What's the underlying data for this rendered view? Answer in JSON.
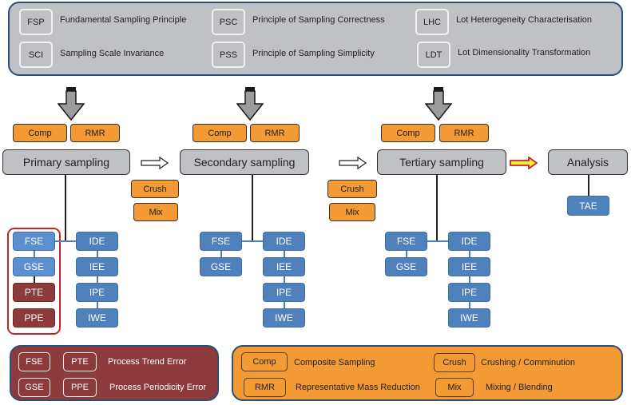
{
  "principles": [
    {
      "abbr": "FSP",
      "label": "Fundamental Sampling Principle"
    },
    {
      "abbr": "SCI",
      "label": "Sampling Scale Invariance"
    },
    {
      "abbr": "PSC",
      "label": "Principle of Sampling Correctness"
    },
    {
      "abbr": "PSS",
      "label": "Principle of Sampling Simplicity"
    },
    {
      "abbr": "LHC",
      "label": "Lot Heterogeneity Characterisation"
    },
    {
      "abbr": "LDT",
      "label": "Lot Dimensionality Transformation"
    }
  ],
  "stages": [
    {
      "label": "Primary sampling",
      "ops": [
        "Comp",
        "RMR"
      ]
    },
    {
      "label": "Secondary sampling",
      "ops": [
        "Comp",
        "RMR"
      ]
    },
    {
      "label": "Tertiary sampling",
      "ops": [
        "Comp",
        "RMR"
      ]
    },
    {
      "label": "Analysis"
    }
  ],
  "between_ops": [
    [
      "Crush",
      "Mix"
    ],
    [
      "Crush",
      "Mix"
    ]
  ],
  "errors": {
    "primary_left": [
      "FSE",
      "GSE",
      "PTE",
      "PPE"
    ],
    "left": [
      "FSE",
      "GSE"
    ],
    "right": [
      "IDE",
      "IEE",
      "IPE",
      "IWE"
    ],
    "analysis": "TAE"
  },
  "legend_red": {
    "boxes": [
      "FSE",
      "PTE",
      "GSE",
      "PPE"
    ],
    "items": [
      "Process Trend Error",
      "Process Periodicity  Error"
    ]
  },
  "legend_orange": [
    {
      "abbr": "Comp",
      "label": "Composite Sampling"
    },
    {
      "abbr": "RMR",
      "label": "Representative Mass Reduction"
    },
    {
      "abbr": "Crush",
      "label": "Crushing / Comminution"
    },
    {
      "abbr": "Mix",
      "label": "Mixing / Blending"
    }
  ],
  "colors": {
    "orange": "#f39a34",
    "blue": "#4f81bd",
    "darkred": "#8c3a3a",
    "grey": "#c0c1c4",
    "border": "#2e4d7b"
  }
}
